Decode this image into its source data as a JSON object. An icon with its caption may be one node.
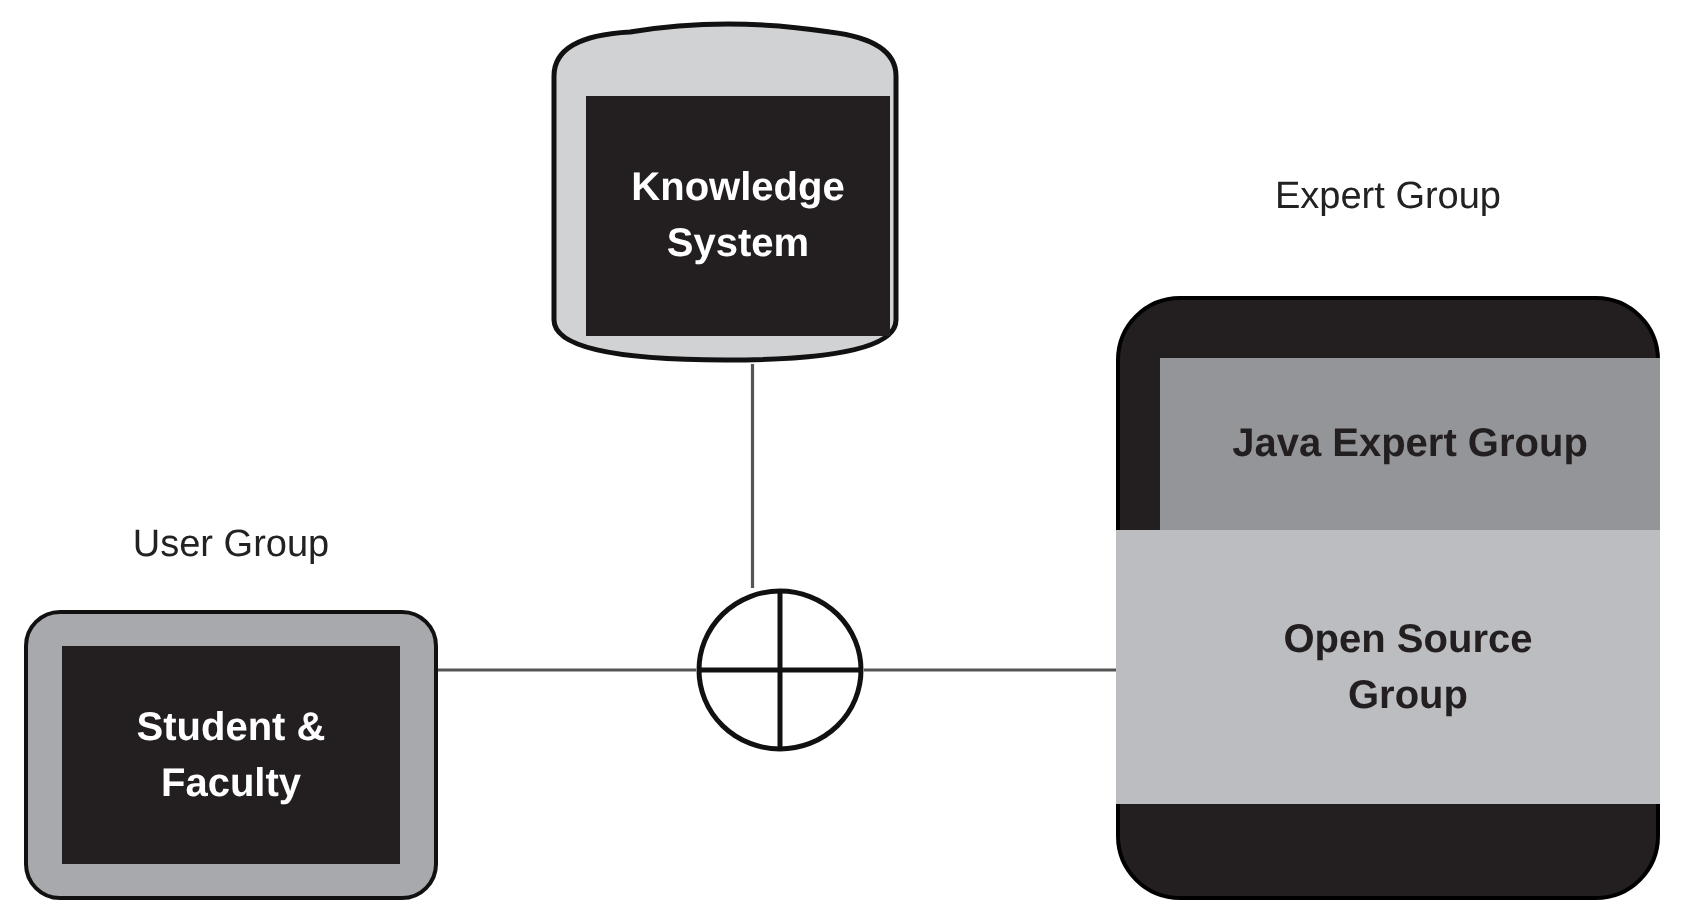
{
  "diagram": {
    "nodes": [
      {
        "text": [
          "Knowledge System"
        ]
      },
      {
        "text": [],
        "shape": "circle"
      },
      {
        "text": [
          "User Group",
          "Student & Faculty"
        ]
      },
      {
        "text": [
          "Expert Group"
        ]
      },
      {
        "text": [
          "Java Expert Group"
        ],
        "in": 3
      },
      {
        "text": [
          "Open Source Group"
        ],
        "in": 3
      }
    ],
    "edges": [
      {
        "from": 0,
        "to": 1,
        "arrow": "none"
      },
      {
        "from": 2,
        "to": 1,
        "arrow": "none"
      },
      {
        "from": 1,
        "to": 5,
        "arrow": "none"
      }
    ]
  }
}
